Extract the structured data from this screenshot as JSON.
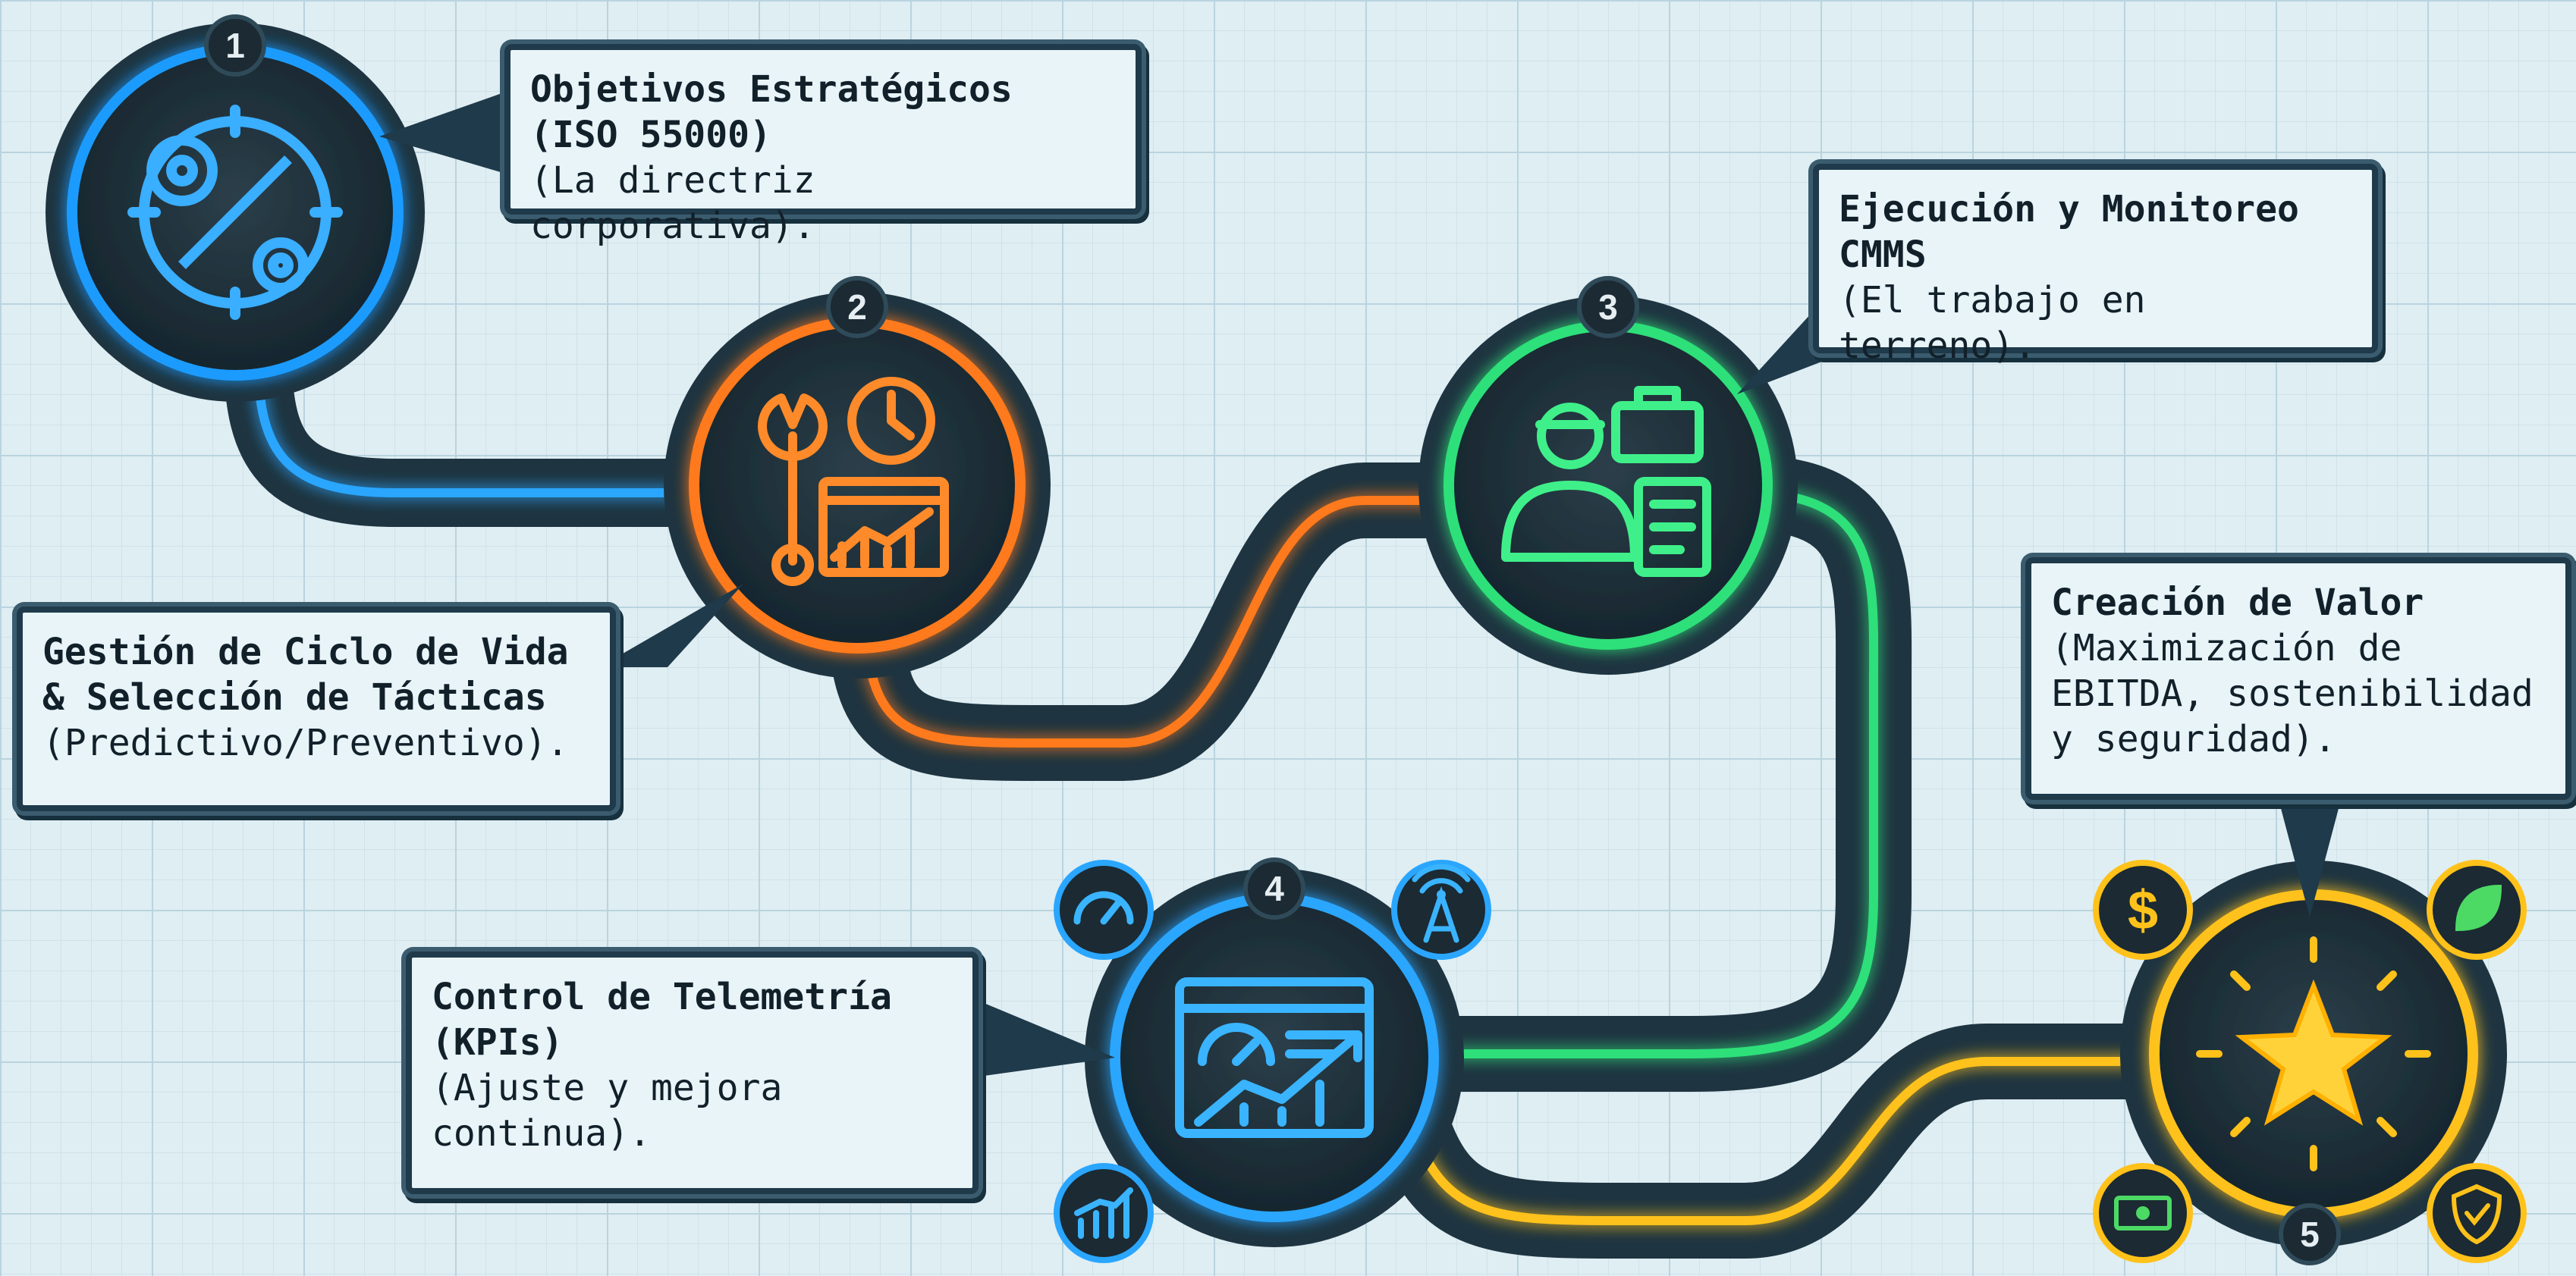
{
  "steps": [
    {
      "number": "1",
      "title_lines": [
        "Objetivos Estratégicos",
        "(ISO 55000)"
      ],
      "sub_lines": [
        "(La directriz corporativa)."
      ],
      "color": "#1f9bff",
      "icon": "gears-compass-icon"
    },
    {
      "number": "2",
      "title_lines": [
        "Gestión de Ciclo de Vida",
        "& Selección de Tácticas"
      ],
      "sub_lines": [
        "(Predictivo/Preventivo)."
      ],
      "color": "#ff7a1a",
      "icon": "wrench-clock-chart-icon"
    },
    {
      "number": "3",
      "title_lines": [
        "Ejecución y Monitoreo",
        "CMMS"
      ],
      "sub_lines": [
        "(El trabajo en terreno)."
      ],
      "color": "#2ee07a",
      "icon": "technician-toolbox-tablet-icon"
    },
    {
      "number": "4",
      "title_lines": [
        "Control de Telemetría",
        "(KPIs)"
      ],
      "sub_lines": [
        "(Ajuste y mejora",
        "continua)."
      ],
      "color": "#2aa6ff",
      "icon": "dashboard-trend-icon"
    },
    {
      "number": "5",
      "title_lines": [
        "Creación de Valor"
      ],
      "sub_lines": [
        "(Maximización de",
        "EBITDA, sostenibilidad",
        "y seguridad)."
      ],
      "color": "#ffc21a",
      "icon": "star-icon"
    }
  ],
  "colors": {
    "path_dark": "#1e3440",
    "badge_bg": "#1b2a33",
    "badge_ring": "#2f4a58"
  }
}
